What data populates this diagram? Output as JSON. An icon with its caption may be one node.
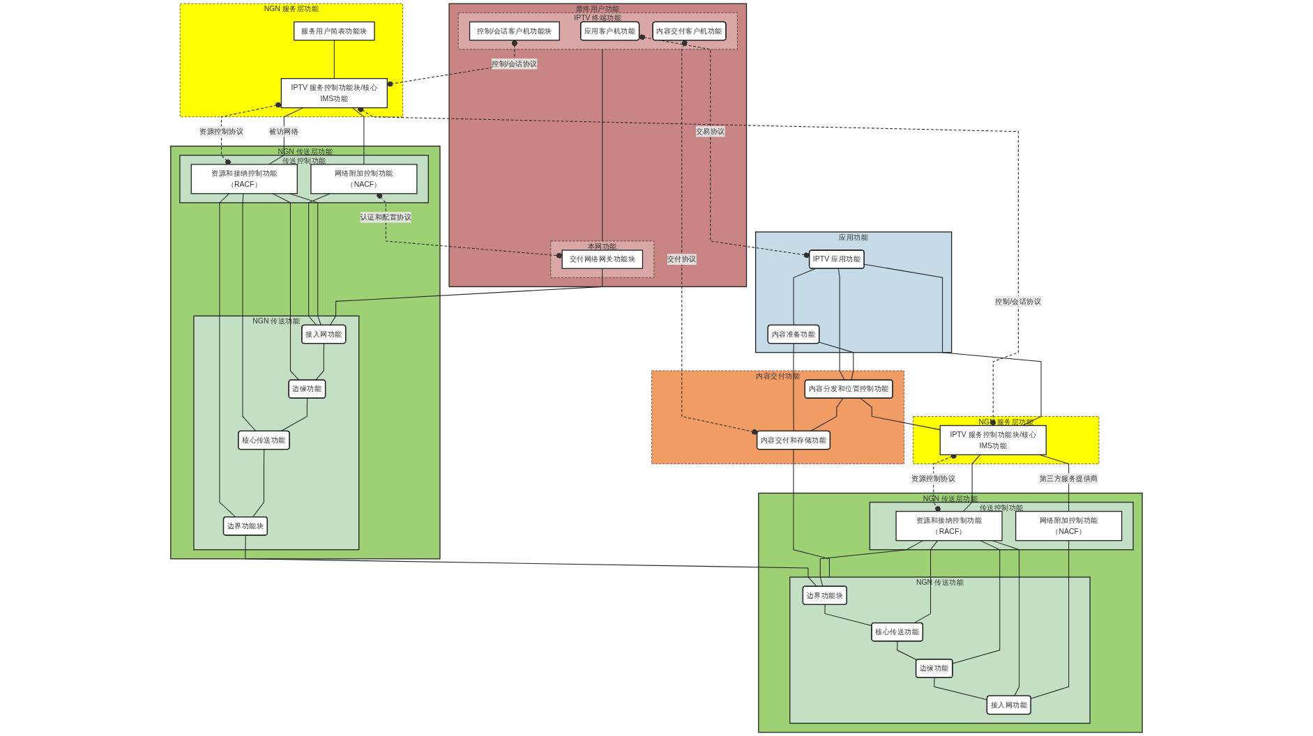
{
  "diagram": {
    "nodes": [
      {
        "text": [
          "最终用户功能"
        ]
      },
      {
        "text": [
          "IPTV 终端功能"
        ],
        "in": 0
      },
      {
        "text": [
          "应用客户机功能"
        ],
        "in": 1
      },
      {
        "text": [
          "内容交付客户机功能"
        ],
        "in": 1
      },
      {
        "text": [
          "控制/会话客户机功能块"
        ],
        "in": 1
      },
      {
        "text": [
          "本网功能"
        ],
        "in": 0
      },
      {
        "text": [
          "交付网络网关功能块"
        ],
        "in": 5
      },
      {
        "text": [
          "NGN 服务层功能"
        ]
      },
      {
        "text": [
          "服务用户简表功能块"
        ],
        "in": 7
      },
      {
        "text": [
          "IPTV 服务控制功能块/核心IMS功能"
        ],
        "in": 7
      },
      {
        "text": [
          "NGN 传送层功能"
        ]
      },
      {
        "text": [
          "传送控制功能"
        ],
        "in": 10
      },
      {
        "text": [
          "网络附加控制功能（NACF）"
        ],
        "in": 11
      },
      {
        "text": [
          "资源和接纳控制功能（RACF）"
        ],
        "in": 11
      },
      {
        "text": [
          "NGN 传送功能"
        ],
        "in": 10
      },
      {
        "text": [
          "接入网功能"
        ],
        "in": 14
      },
      {
        "text": [
          "边缘功能"
        ],
        "in": 14
      },
      {
        "text": [
          "核心传送功能"
        ],
        "in": 14
      },
      {
        "text": [
          "边界功能块"
        ],
        "in": 14
      },
      {
        "text": [
          "应用功能"
        ]
      },
      {
        "text": [
          "IPTV 应用功能"
        ],
        "in": 19
      },
      {
        "text": [
          "内容准备功能"
        ],
        "in": 19
      },
      {
        "text": [
          "NGN 服务层功能"
        ]
      },
      {
        "text": [
          "IPTV 服务控制功能块/核心IMS功能"
        ],
        "in": 22
      },
      {
        "text": [
          "内容交付功能"
        ]
      },
      {
        "text": [
          "内容分发和位置控制功能"
        ],
        "in": 24
      },
      {
        "text": [
          "内容交付和存储功能"
        ],
        "in": 24
      },
      {
        "text": [
          "NGN 传送层功能"
        ]
      },
      {
        "text": [
          "传送控制功能"
        ],
        "in": 27
      },
      {
        "text": [
          "资源和接纳控制功能（RACF）"
        ],
        "in": 28
      },
      {
        "text": [
          "网络附加控制功能（NACF）"
        ],
        "in": 28
      },
      {
        "text": [
          "NGN 传送功能"
        ],
        "in": 27
      },
      {
        "text": [
          "边界功能块"
        ],
        "in": 31
      },
      {
        "text": [
          "核心传送功能"
        ],
        "in": 31
      },
      {
        "text": [
          "边缘功能"
        ],
        "in": 31
      },
      {
        "text": [
          "接入网功能"
        ],
        "in": 31
      }
    ],
    "edges": [
      {
        "from": 2,
        "to": 20,
        "arrow": "other",
        "style": "dashed",
        "label": "交易协议"
      },
      {
        "from": 3,
        "to": 26,
        "arrow": "other",
        "style": "dashed",
        "label": "交付协议"
      },
      {
        "from": 4,
        "to": 9,
        "arrow": "other",
        "style": "dashed",
        "label": "控制/会话协议"
      },
      {
        "from": 9,
        "to": 23,
        "arrow": "other",
        "style": "dashed",
        "label": "控制/会话协议"
      },
      {
        "from": 9,
        "to": 13,
        "arrow": "other",
        "style": "dashed",
        "label": "资源控制协议"
      },
      {
        "from": 23,
        "to": 29,
        "arrow": "other",
        "style": "dashed",
        "label": "资源控制协议"
      },
      {
        "from": 12,
        "to": 6,
        "arrow": "other",
        "style": "dashed",
        "label": "认证和配置协议"
      },
      {
        "from": 1,
        "to": 5,
        "arrow": "none"
      },
      {
        "from": 8,
        "to": 9,
        "arrow": "none"
      },
      {
        "from": 9,
        "to": 12,
        "arrow": "none"
      },
      {
        "from": 9,
        "to": 13,
        "arrow": "none",
        "label": "被访网络"
      },
      {
        "from": 12,
        "to": 15,
        "arrow": "none"
      },
      {
        "from": 13,
        "to": 15,
        "arrow": "none"
      },
      {
        "from": 13,
        "to": 16,
        "arrow": "none"
      },
      {
        "from": 13,
        "to": 17,
        "arrow": "none"
      },
      {
        "from": 13,
        "to": 18,
        "arrow": "none"
      },
      {
        "from": 6,
        "to": 15,
        "arrow": "none"
      },
      {
        "from": 15,
        "to": 16,
        "arrow": "none"
      },
      {
        "from": 16,
        "to": 17,
        "arrow": "none"
      },
      {
        "from": 17,
        "to": 18,
        "arrow": "none"
      },
      {
        "from": 18,
        "to": 32,
        "arrow": "none"
      },
      {
        "from": 32,
        "to": 33,
        "arrow": "none"
      },
      {
        "from": 33,
        "to": 34,
        "arrow": "none"
      },
      {
        "from": 34,
        "to": 35,
        "arrow": "none"
      },
      {
        "from": 29,
        "to": 32,
        "arrow": "none"
      },
      {
        "from": 29,
        "to": 33,
        "arrow": "none"
      },
      {
        "from": 29,
        "to": 34,
        "arrow": "none"
      },
      {
        "from": 29,
        "to": 35,
        "arrow": "none"
      },
      {
        "from": 30,
        "to": 35,
        "arrow": "none"
      },
      {
        "from": 23,
        "to": 29,
        "arrow": "none"
      },
      {
        "from": 23,
        "to": 30,
        "arrow": "none",
        "label": "第三方服务提供商"
      },
      {
        "from": 20,
        "to": 21,
        "arrow": "none"
      },
      {
        "from": 20,
        "to": 23,
        "arrow": "none"
      },
      {
        "from": 20,
        "to": 25,
        "arrow": "none"
      },
      {
        "from": 21,
        "to": 25,
        "arrow": "none"
      },
      {
        "from": 21,
        "to": 26,
        "arrow": "none"
      },
      {
        "from": 25,
        "to": 26,
        "arrow": "none"
      },
      {
        "from": 25,
        "to": 23,
        "arrow": "none"
      },
      {
        "from": 26,
        "to": 31,
        "arrow": "none"
      }
    ]
  }
}
